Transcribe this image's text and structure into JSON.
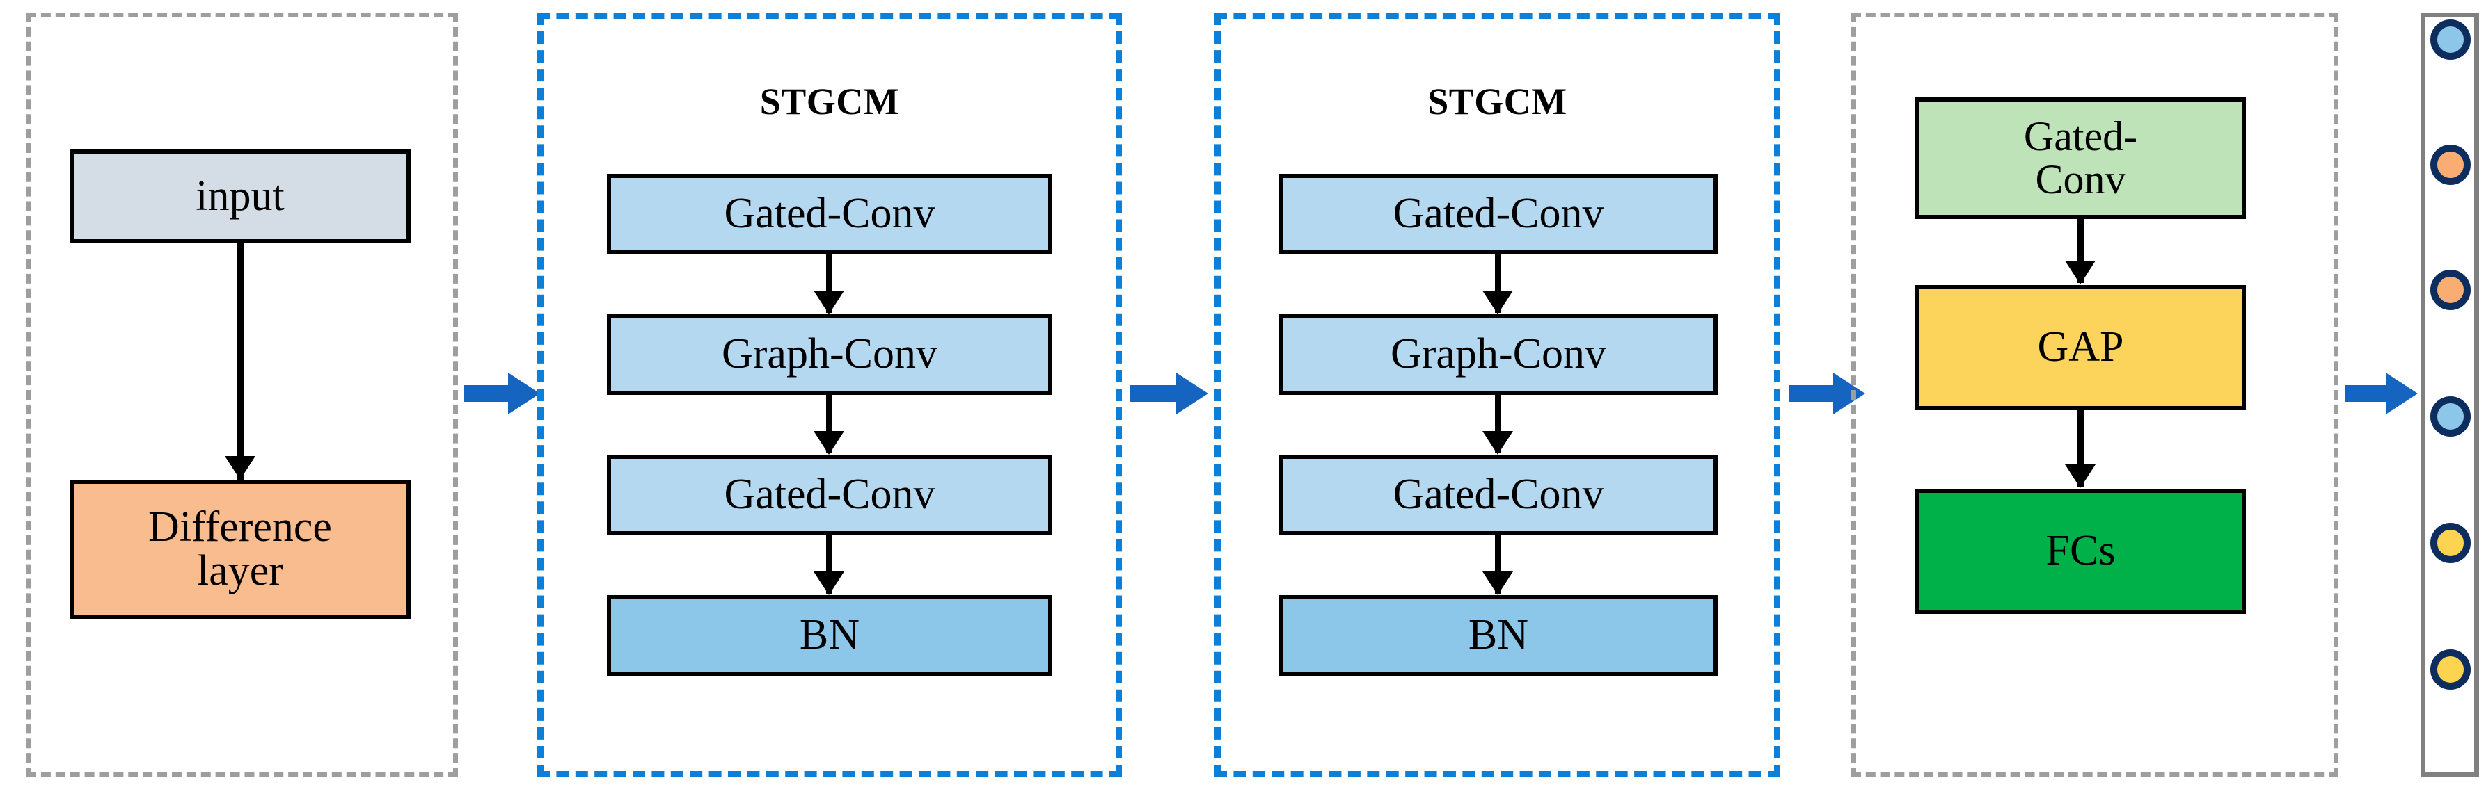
{
  "diagram": {
    "title": "STGCM network architecture pipeline",
    "background": "#ffffff"
  },
  "palette": {
    "input_fill": "#d4dce6",
    "difference_fill": "#f9bc8f",
    "gated_conv_fill": "#b4d8ef",
    "graph_conv_fill": "#b4d8ef",
    "bn_fill": "#8cc6e8",
    "green_conv_fill": "#bee3b9",
    "gap_fill": "#fcd45c",
    "fcs_fill": "#00b14a",
    "border_black": "#000000",
    "dashed_gray": "#9e9e9e",
    "dashed_blue": "#0c80d8",
    "solid_gray": "#808080",
    "arrow_blue": "#1565c0",
    "circle_border": "#0d2d5e",
    "circle_blue": "#8cc6e8",
    "circle_orange": "#f9ad73",
    "circle_yellow": "#fcd44f"
  },
  "stages": [
    {
      "id": "input-stage",
      "name": "input-stage",
      "border_style": "dashed-gray",
      "header": "",
      "nodes": [
        {
          "id": "input",
          "label": "input",
          "fill": "#d4dce6",
          "font_size": 62,
          "two_line": false
        },
        {
          "id": "difference-layer",
          "label": "Difference\nlayer",
          "fill": "#f9bc8f",
          "font_size": 62,
          "two_line": true
        }
      ]
    },
    {
      "id": "stgcm-1",
      "name": "stgcm-module-1",
      "border_style": "dashed-blue",
      "header": "STGCM",
      "nodes": [
        {
          "id": "gated-conv-1",
          "label": "Gated-Conv",
          "fill": "#b4d8ef",
          "font_size": 62,
          "two_line": false
        },
        {
          "id": "graph-conv-1",
          "label": "Graph-Conv",
          "fill": "#b4d8ef",
          "font_size": 62,
          "two_line": false
        },
        {
          "id": "gated-conv-2",
          "label": "Gated-Conv",
          "fill": "#b4d8ef",
          "font_size": 62,
          "two_line": false
        },
        {
          "id": "bn-1",
          "label": "BN",
          "fill": "#8cc6e8",
          "font_size": 62,
          "two_line": false
        }
      ]
    },
    {
      "id": "stgcm-2",
      "name": "stgcm-module-2",
      "border_style": "dashed-blue",
      "header": "STGCM",
      "nodes": [
        {
          "id": "gated-conv-3",
          "label": "Gated-Conv",
          "fill": "#b4d8ef",
          "font_size": 62,
          "two_line": false
        },
        {
          "id": "graph-conv-2",
          "label": "Graph-Conv",
          "fill": "#b4d8ef",
          "font_size": 62,
          "two_line": false
        },
        {
          "id": "gated-conv-4",
          "label": "Gated-Conv",
          "fill": "#b4d8ef",
          "font_size": 62,
          "two_line": false
        },
        {
          "id": "bn-2",
          "label": "BN",
          "fill": "#8cc6e8",
          "font_size": 62,
          "two_line": false
        }
      ]
    },
    {
      "id": "head-stage",
      "name": "classification-head",
      "border_style": "dashed-gray",
      "header": "",
      "nodes": [
        {
          "id": "gated-conv-green",
          "label": "Gated-\nConv",
          "fill": "#bee3b9",
          "font_size": 60,
          "two_line": true
        },
        {
          "id": "gap",
          "label": "GAP",
          "fill": "#fcd45c",
          "font_size": 62,
          "two_line": false
        },
        {
          "id": "fcs",
          "label": "FCs",
          "fill": "#00b14a",
          "font_size": 62,
          "two_line": false
        }
      ]
    }
  ],
  "output_vector": {
    "name": "output-vector",
    "border_style": "solid-gray",
    "circles": [
      {
        "index": 1,
        "fill": "#8cc6e8",
        "color_name": "blue"
      },
      {
        "index": 2,
        "fill": "#f9ad73",
        "color_name": "orange"
      },
      {
        "index": 3,
        "fill": "#f9ad73",
        "color_name": "orange"
      },
      {
        "index": 4,
        "fill": "#8cc6e8",
        "color_name": "blue"
      },
      {
        "index": 5,
        "fill": "#fcd44f",
        "color_name": "yellow"
      },
      {
        "index": 6,
        "fill": "#fcd44f",
        "color_name": "yellow"
      }
    ]
  },
  "connections": {
    "internal_arrows": [
      {
        "from": "input",
        "to": "difference-layer"
      },
      {
        "from": "gated-conv-1",
        "to": "graph-conv-1"
      },
      {
        "from": "graph-conv-1",
        "to": "gated-conv-2"
      },
      {
        "from": "gated-conv-2",
        "to": "bn-1"
      },
      {
        "from": "gated-conv-3",
        "to": "graph-conv-2"
      },
      {
        "from": "graph-conv-2",
        "to": "gated-conv-4"
      },
      {
        "from": "gated-conv-4",
        "to": "bn-2"
      },
      {
        "from": "gated-conv-green",
        "to": "gap"
      },
      {
        "from": "gap",
        "to": "fcs"
      }
    ],
    "stage_arrows": [
      {
        "from": "input-stage",
        "to": "stgcm-1"
      },
      {
        "from": "stgcm-1",
        "to": "stgcm-2"
      },
      {
        "from": "stgcm-2",
        "to": "head-stage"
      },
      {
        "from": "head-stage",
        "to": "output-vector"
      }
    ]
  }
}
